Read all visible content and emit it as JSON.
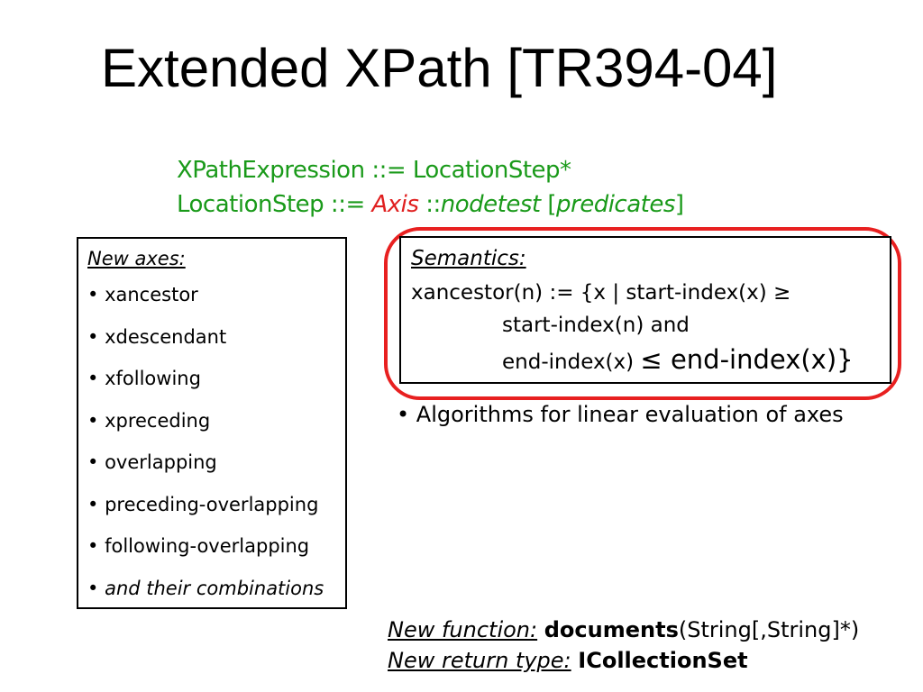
{
  "title": "Extended XPath [TR394-04]",
  "grammar": {
    "line1": "XPathExpression ::= LocationStep*",
    "line2_prefix": "LocationStep ::= ",
    "line2_axis": "Axis",
    "line2_sep": " ::",
    "line2_nodetest": "nodetest",
    "line2_open": " [",
    "line2_predicates": "predicates",
    "line2_close": "]"
  },
  "axes_box": {
    "heading": "New axes:",
    "bullet": "•",
    "items": [
      "xancestor",
      "xdescendant",
      "xfollowing",
      "xpreceding",
      "overlapping",
      "preceding-overlapping",
      "following-overlapping",
      "and their combinations"
    ]
  },
  "semantics": {
    "heading": "Semantics:",
    "line1": "xancestor(n) := {x | start-index(x) ≥",
    "line2": "start-index(n) and",
    "line3_small": "end-index(x) ",
    "line3_big": "≤ end-index(x)}"
  },
  "algorithms": "• Algorithms for linear evaluation of axes",
  "footer": {
    "function_label": "New function:",
    "function_name": "documents",
    "function_args": "(String[,String]*)",
    "return_label": "New return type:",
    "return_type": "ICollectionSet"
  },
  "colors": {
    "grammar": "#1a9a1a",
    "axis_highlight": "#e02020",
    "ring": "#e82020"
  }
}
